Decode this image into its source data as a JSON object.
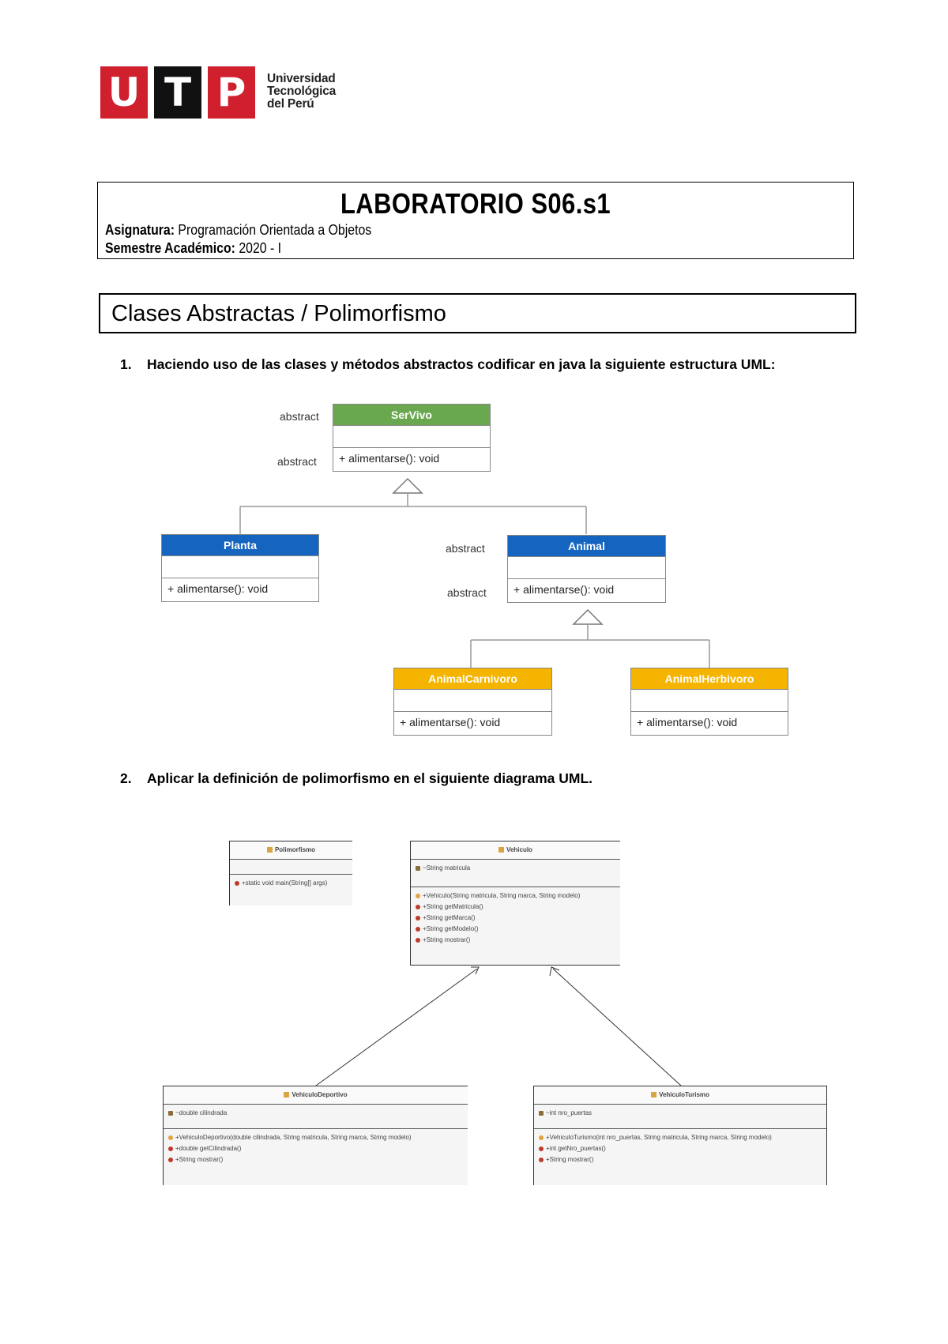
{
  "logo": {
    "letters": [
      "U",
      "T",
      "P"
    ],
    "letter_colors": [
      "#d0202e",
      "#111111",
      "#d0202e"
    ],
    "name_lines": [
      "Universidad",
      "Tecnológica",
      "del Perú"
    ]
  },
  "header": {
    "title": "LABORATORIO S06.s1",
    "subject_label": "Asignatura:",
    "subject_value": "Programación Orientada a Objetos",
    "semester_label": "Semestre Académico:",
    "semester_value": "2020 - I"
  },
  "section": {
    "title": "Clases Abstractas / Polimorfismo"
  },
  "questions": [
    {
      "number": "1.",
      "text": "Haciendo uso de las clases y métodos abstractos codificar en java la siguiente estructura UML:"
    },
    {
      "number": "2.",
      "text": "Aplicar la definición de polimorfismo en el siguiente diagrama UML."
    }
  ],
  "diagram1": {
    "colors": {
      "green": "#6aa84f",
      "blue": "#1565c0",
      "yellow": "#f4b400"
    },
    "stereotype": "abstract",
    "classes": {
      "servivo": {
        "name": "SerVivo",
        "operation": "+ alimentarse(): void"
      },
      "planta": {
        "name": "Planta",
        "operation": "+ alimentarse(): void"
      },
      "animal": {
        "name": "Animal",
        "operation": "+ alimentarse(): void"
      },
      "carnivoro": {
        "name": "AnimalCarnivoro",
        "operation": "+ alimentarse(): void"
      },
      "herbivoro": {
        "name": "AnimalHerbivoro",
        "operation": "+ alimentarse(): void"
      }
    }
  },
  "diagram2": {
    "polimorfismo": {
      "name": "Polimorfismo",
      "operations": [
        "+static void main(String[] args)"
      ]
    },
    "vehiculo": {
      "name": "Vehiculo",
      "attributes": [
        "~String matricula"
      ],
      "operations": [
        "+Vehiculo(String matricula, String marca, String modelo)",
        "+String getMatricula()",
        "+String getMarca()",
        "+String getModelo()",
        "+String mostrar()"
      ]
    },
    "deportivo": {
      "name": "VehiculoDeportivo",
      "attributes": [
        "~double cilindrada"
      ],
      "operations": [
        "+VehiculoDeportivo(double cilindrada, String matricula, String marca, String modelo)",
        "+double getCilindrada()",
        "+String mostrar()"
      ]
    },
    "turismo": {
      "name": "VehiculoTurismo",
      "attributes": [
        "~int nro_puertas"
      ],
      "operations": [
        "+VehiculoTurismo(int nro_puertas, String matricula, String marca, String modelo)",
        "+int getNro_puertas()",
        "+String mostrar()"
      ]
    }
  }
}
